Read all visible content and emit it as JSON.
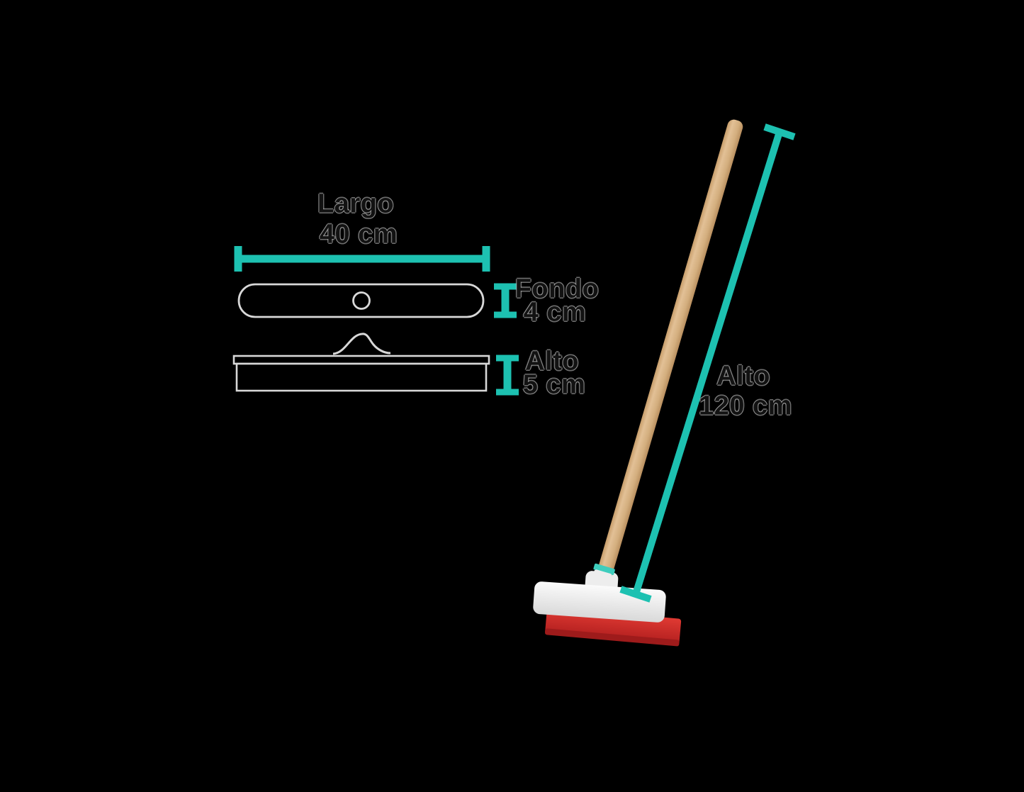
{
  "dimensions": {
    "largo": {
      "label": "Largo",
      "value": "40 cm"
    },
    "fondo": {
      "label": "Fondo",
      "value": "4 cm"
    },
    "alto_cabezal": {
      "label": "Alto",
      "value": "5 cm"
    },
    "alto_total": {
      "label": "Alto",
      "value": "120 cm"
    }
  },
  "colors": {
    "dimension": "#1DC1B1",
    "outline": "#D8D8D8",
    "text": "#121212",
    "wood_light": "#E2C096",
    "wood_dark": "#B98F5F",
    "head_white": "#F2F2F2",
    "blade_red": "#D2232A",
    "blade_red_dark": "#9E1B1B"
  }
}
